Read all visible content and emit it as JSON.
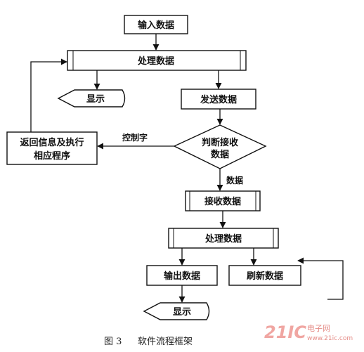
{
  "nodes": {
    "input_data": "输入数据",
    "process_data_1": "处理数据",
    "display_1": "显示",
    "send_data": "发送数据",
    "judge_line1": "判断接收",
    "judge_line2": "数据",
    "return_line1": "返回信息及执行",
    "return_line2": "相应程序",
    "receive_data": "接收数据",
    "process_data_2": "处理数据",
    "output_data": "输出数据",
    "refresh_data": "刷新数据",
    "display_2": "显示"
  },
  "edge_labels": {
    "control_word": "控制字",
    "data": "数据"
  },
  "caption": {
    "figure_no": "图 3",
    "title": "软件流程框架"
  },
  "watermark": {
    "brand": "21IC",
    "cn": "电子网",
    "url": "www.21ic.com"
  }
}
